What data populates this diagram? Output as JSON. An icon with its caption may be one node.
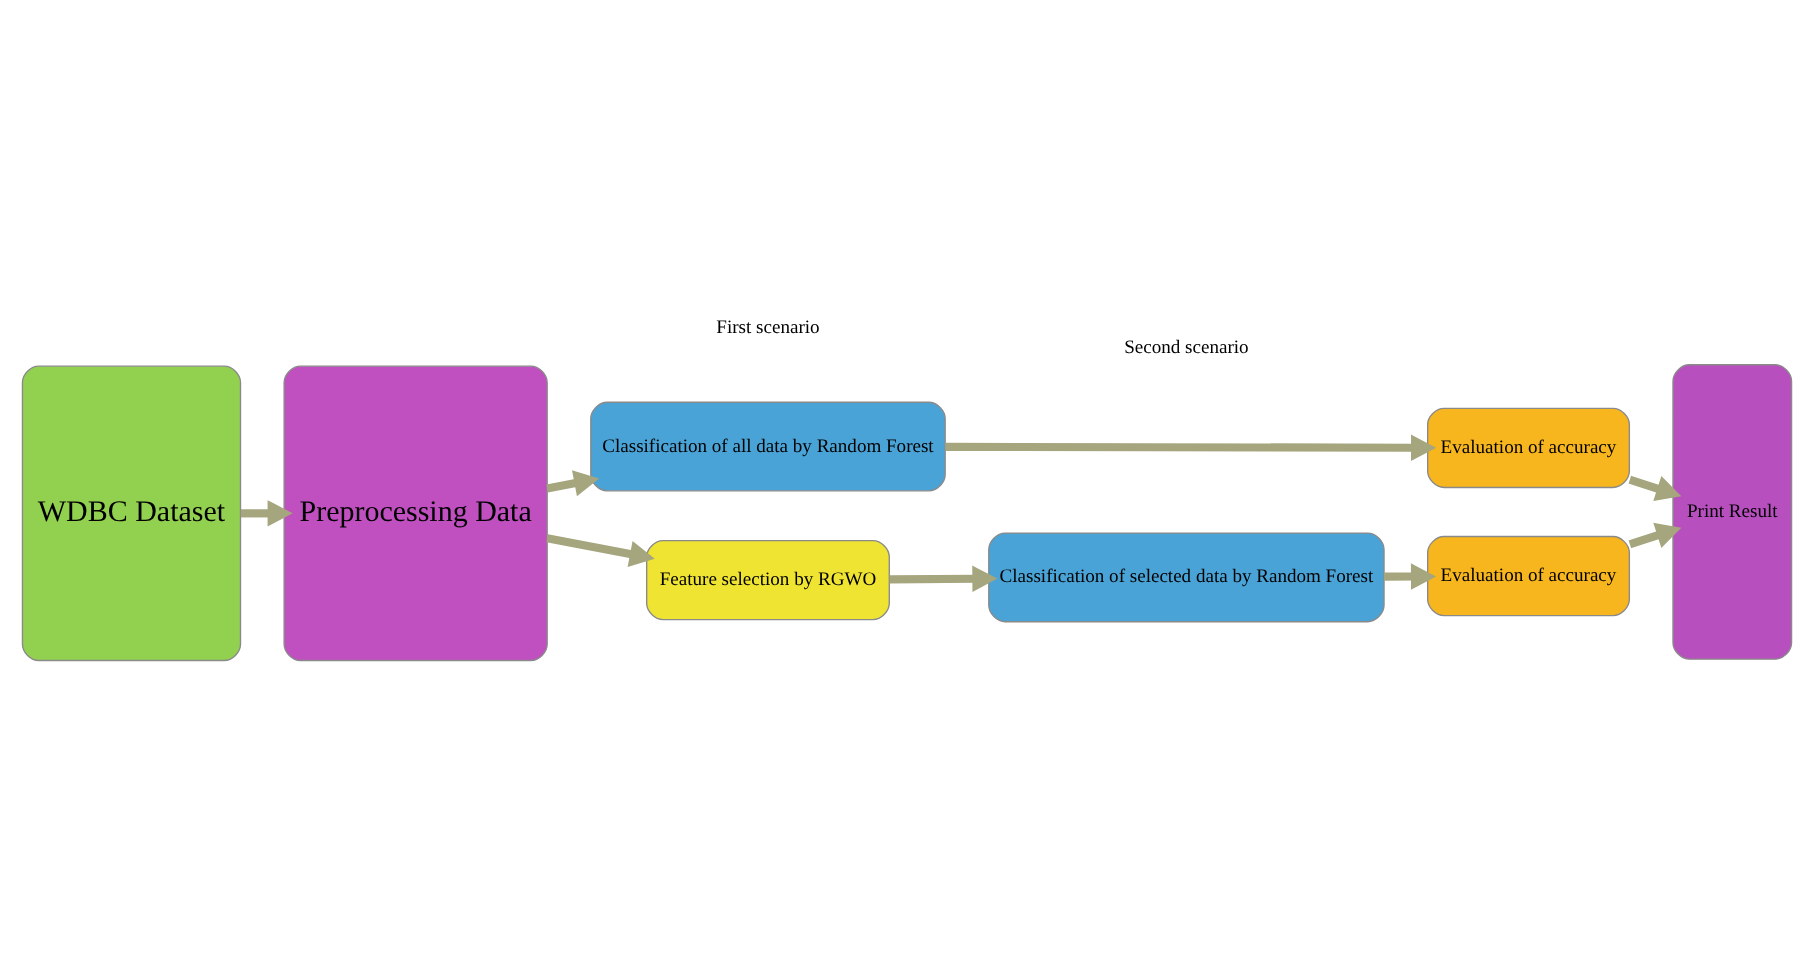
{
  "diagram": {
    "nodes": [
      {
        "text": [
          "WDBC Dataset"
        ]
      },
      {
        "text": [
          "Preprocessing Data"
        ]
      },
      {
        "text": [
          "Classification of all data by Random Forest"
        ]
      },
      {
        "text": [
          "Evaluation of accuracy"
        ]
      },
      {
        "text": [
          "Print Result"
        ]
      },
      {
        "text": [
          "Feature selection by RGWO"
        ]
      },
      {
        "text": [
          "Classification of selected data by Random Forest"
        ]
      },
      {
        "text": [
          "Evaluation of accuracy"
        ]
      }
    ],
    "edges": [
      {
        "from": 0,
        "to": 1,
        "arrow": "to"
      },
      {
        "from": 1,
        "to": 2,
        "arrow": "to"
      },
      {
        "from": 2,
        "to": 3,
        "arrow": "to"
      },
      {
        "from": 3,
        "to": 4,
        "arrow": "to"
      },
      {
        "from": 1,
        "to": 5,
        "arrow": "to"
      },
      {
        "from": 5,
        "to": 6,
        "arrow": "to"
      },
      {
        "from": 6,
        "to": 7,
        "arrow": "to"
      },
      {
        "from": 7,
        "to": 4,
        "arrow": "to"
      }
    ],
    "labels": [
      "First scenario",
      "Second scenario"
    ]
  }
}
